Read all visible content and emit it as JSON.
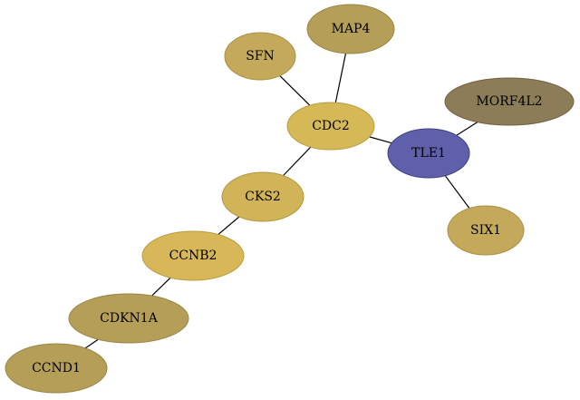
{
  "nodes": {
    "map4": {
      "label": "MAP4",
      "color": "#b59e57"
    },
    "sfn": {
      "label": "SFN",
      "color": "#c4a95a"
    },
    "cdc2": {
      "label": "CDC2",
      "color": "#d6b957"
    },
    "morf4l2": {
      "label": "MORF4L2",
      "color": "#8c7c58"
    },
    "tle1": {
      "label": "TLE1",
      "color": "#6060aa"
    },
    "cks2": {
      "label": "CKS2",
      "color": "#d1b458"
    },
    "six1": {
      "label": "SIX1",
      "color": "#c4a95a"
    },
    "ccnb2": {
      "label": "CCNB2",
      "color": "#d7b758"
    },
    "cdkn1a": {
      "label": "CDKN1A",
      "color": "#b59e57"
    },
    "ccnd1": {
      "label": "CCND1",
      "color": "#b59e57"
    }
  },
  "edges": [
    [
      "sfn",
      "cdc2"
    ],
    [
      "map4",
      "cdc2"
    ],
    [
      "cdc2",
      "tle1"
    ],
    [
      "tle1",
      "morf4l2"
    ],
    [
      "tle1",
      "six1"
    ],
    [
      "cdc2",
      "cks2"
    ],
    [
      "cks2",
      "ccnb2"
    ],
    [
      "ccnb2",
      "cdkn1a"
    ],
    [
      "cdkn1a",
      "ccnd1"
    ]
  ]
}
